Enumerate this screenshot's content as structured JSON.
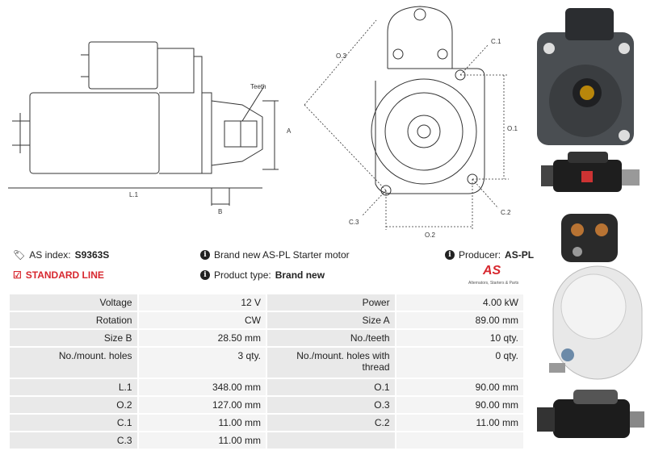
{
  "drawing": {
    "labels": {
      "teeth": "Teeth",
      "a": "A",
      "b": "B",
      "l1": "L.1",
      "o1": "O.1",
      "o2": "O.2",
      "o3": "O.3",
      "c1": "C.1",
      "c2": "C.2",
      "c3": "C.3"
    }
  },
  "info": {
    "as_index_label": "AS index:",
    "as_index_value": "S9363S",
    "standard_line": "STANDARD LINE",
    "description": "Brand new AS-PL Starter motor",
    "product_type_label": "Product type:",
    "product_type_value": "Brand new",
    "producer_label": "Producer:",
    "producer_value": "AS-PL"
  },
  "logo": {
    "mark": "AS",
    "tagline": "Alternators, Starters & Parts"
  },
  "specs": [
    {
      "l1": "Voltage",
      "v1": "12 V",
      "l2": "Power",
      "v2": "4.00 kW"
    },
    {
      "l1": "Rotation",
      "v1": "CW",
      "l2": "Size A",
      "v2": "89.00 mm"
    },
    {
      "l1": "Size B",
      "v1": "28.50 mm",
      "l2": "No./teeth",
      "v2": "10 qty."
    },
    {
      "l1": "No./mount. holes",
      "v1": "3 qty.",
      "l2": "No./mount. holes with thread",
      "v2": "0 qty."
    },
    {
      "l1": "L.1",
      "v1": "348.00 mm",
      "l2": "O.1",
      "v2": "90.00 mm"
    },
    {
      "l1": "O.2",
      "v1": "127.00 mm",
      "l2": "O.3",
      "v2": "90.00 mm"
    },
    {
      "l1": "C.1",
      "v1": "11.00 mm",
      "l2": "C.2",
      "v2": "11.00 mm"
    },
    {
      "l1": "C.3",
      "v1": "11.00 mm",
      "l2": "",
      "v2": ""
    }
  ]
}
